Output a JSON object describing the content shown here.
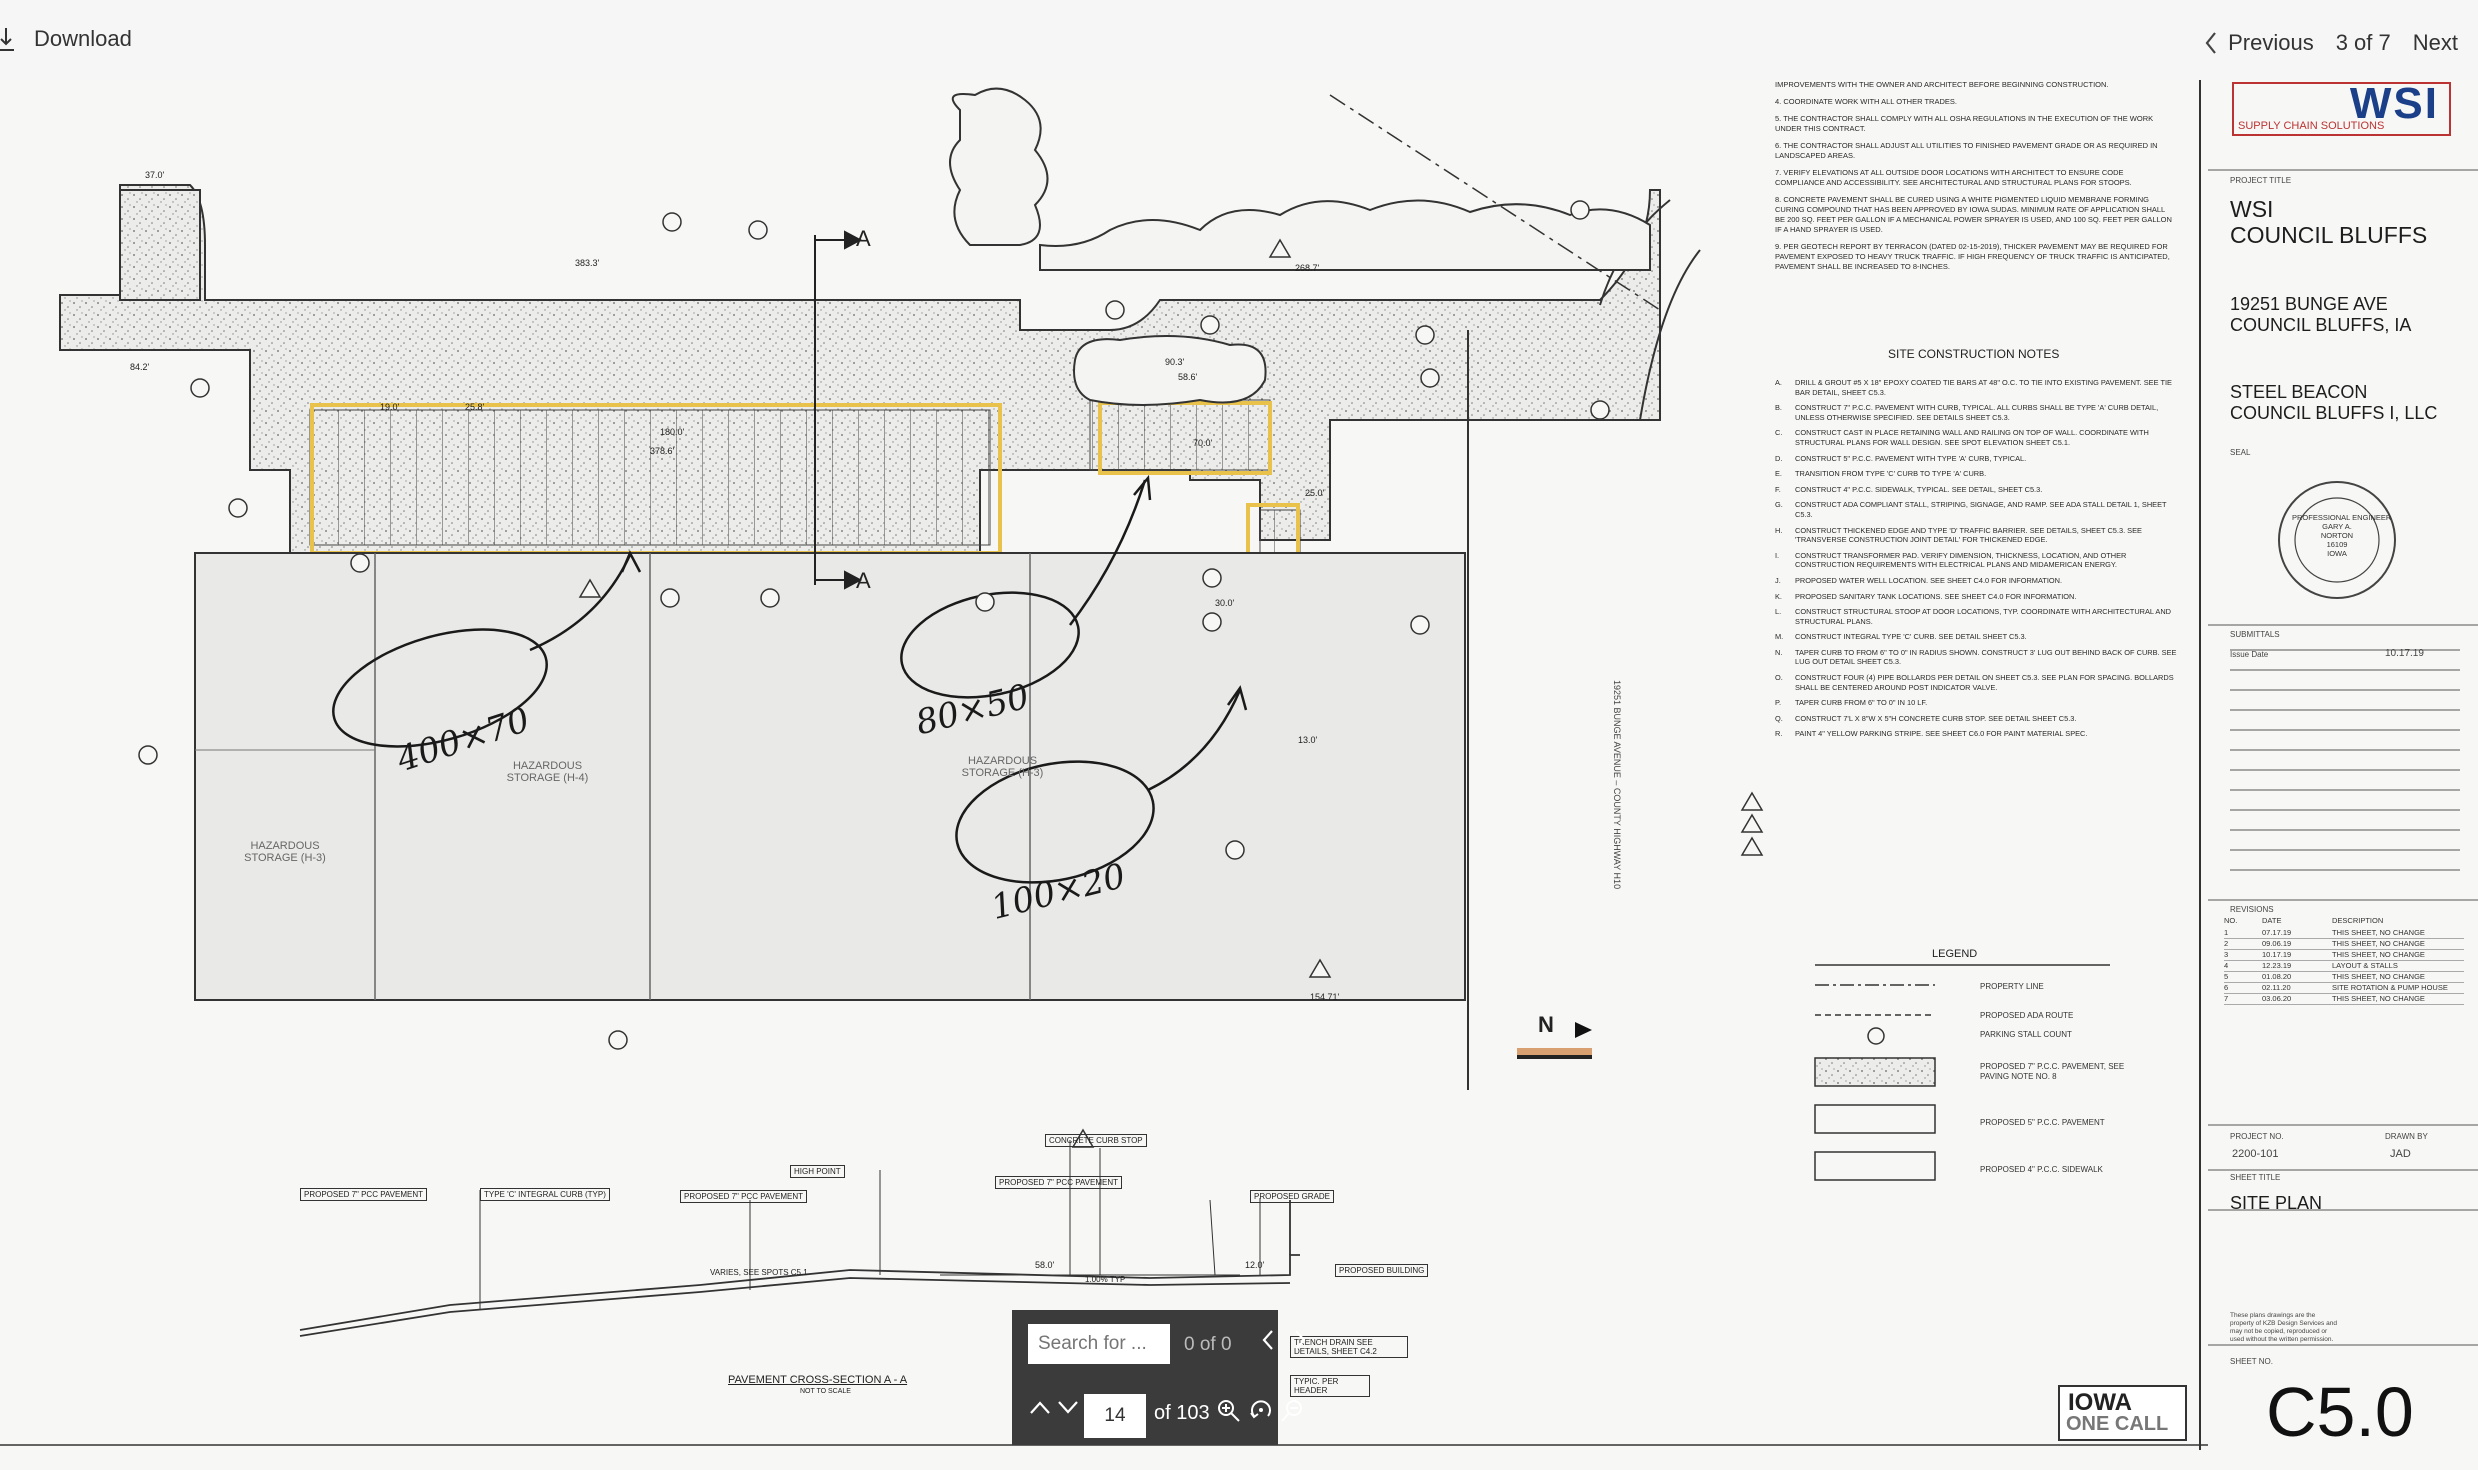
{
  "viewer": {
    "download_label": "Download",
    "previous_label": "Previous",
    "page_indicator": "3 of 7",
    "next_label": "Next"
  },
  "find_bar": {
    "search_placeholder": "Search for ...",
    "match_count": "0 of 0",
    "page_number": "14",
    "page_total": "of 103"
  },
  "annotations": {
    "a1": "400×70",
    "a2": "80×50",
    "a3": "100×20"
  },
  "drawing_labels": {
    "section_a": "A",
    "haz1": "HAZARDOUS STORAGE (H-3)",
    "haz2": "HAZARDOUS STORAGE (H-4)",
    "haz3": "HAZARDOUS STORAGE (H-3)",
    "road": "19251 BUNGE AVENUE – COUNTY HIGHWAY H10",
    "north": "N",
    "dim_37": "37.0'",
    "dim_383": "383.3'",
    "dim_180": "180.0'",
    "dim_378": "378.6'",
    "dim_268": "268.7'",
    "dim_1547": "154.71'",
    "dim_903": "90.3'",
    "dim_586": "58.6'",
    "dim_700": "70.0'",
    "dim_250": "25.0'",
    "dim_300": "30.0'",
    "dim_130": "13.0'",
    "dim_842": "84.2'",
    "dim_190": "19.0'",
    "dim_258": "25.8'"
  },
  "cross_section": {
    "title": "PAVEMENT CROSS-SECTION A - A",
    "subtitle": "NOT TO SCALE",
    "labels": [
      "PROPOSED 7\" PCC PAVEMENT",
      "TYPE 'C' INTEGRAL CURB (TYP)",
      "PROPOSED 7\" PCC PAVEMENT",
      "HIGH POINT",
      "CONCRETE CURB STOP",
      "PROPOSED 7\" PCC PAVEMENT",
      "PROPOSED GRADE",
      "PROPOSED BUILDING",
      "VARIES, SEE SPOTS C5.1",
      "58.0'",
      "1.00% TYP",
      "12.0'",
      "TRENCH DRAIN SEE DETAILS, SHEET C4.2",
      "TYPIC. PER HEADER"
    ]
  },
  "general_notes": [
    "IMPROVEMENTS WITH THE OWNER AND ARCHITECT BEFORE BEGINNING CONSTRUCTION.",
    "4. COORDINATE WORK WITH ALL OTHER TRADES.",
    "5. THE CONTRACTOR SHALL COMPLY WITH ALL OSHA REGULATIONS IN THE EXECUTION OF THE WORK UNDER THIS CONTRACT.",
    "6. THE CONTRACTOR SHALL ADJUST ALL UTILITIES TO FINISHED PAVEMENT GRADE OR AS REQUIRED IN LANDSCAPED AREAS.",
    "7. VERIFY ELEVATIONS AT ALL OUTSIDE DOOR LOCATIONS WITH ARCHITECT TO ENSURE CODE COMPLIANCE AND ACCESSIBILITY. SEE ARCHITECTURAL AND STRUCTURAL PLANS FOR STOOPS.",
    "8. CONCRETE PAVEMENT SHALL BE CURED USING A WHITE PIGMENTED LIQUID MEMBRANE FORMING CURING COMPOUND THAT HAS BEEN APPROVED BY IOWA SUDAS. MINIMUM RATE OF APPLICATION SHALL BE 200 SQ. FEET PER GALLON IF A MECHANICAL POWER SPRAYER IS USED, AND 100 SQ. FEET PER GALLON IF A HAND SPRAYER IS USED.",
    "9. PER GEOTECH REPORT BY TERRACON (DATED 02-15-2019), THICKER PAVEMENT MAY BE REQUIRED FOR PAVEMENT EXPOSED TO HEAVY TRUCK TRAFFIC. IF HIGH FREQUENCY OF TRUCK TRAFFIC IS ANTICIPATED, PAVEMENT SHALL BE INCREASED TO 8-INCHES."
  ],
  "site_notes_title": "SITE CONSTRUCTION NOTES",
  "site_notes": [
    {
      "k": "A.",
      "t": "DRILL & GROUT #5 X 18\" EPOXY COATED TIE BARS AT 48\" O.C. TO TIE INTO EXISTING PAVEMENT. SEE TIE BAR DETAIL, SHEET C5.3."
    },
    {
      "k": "B.",
      "t": "CONSTRUCT 7\" P.C.C. PAVEMENT WITH CURB, TYPICAL. ALL CURBS SHALL BE TYPE 'A' CURB DETAIL, UNLESS OTHERWISE SPECIFIED. SEE DETAILS SHEET C5.3."
    },
    {
      "k": "C.",
      "t": "CONSTRUCT CAST IN PLACE RETAINING WALL AND RAILING ON TOP OF WALL. COORDINATE WITH STRUCTURAL PLANS FOR WALL DESIGN. SEE SPOT ELEVATION SHEET C5.1."
    },
    {
      "k": "D.",
      "t": "CONSTRUCT 5\" P.C.C. PAVEMENT WITH TYPE 'A' CURB, TYPICAL."
    },
    {
      "k": "E.",
      "t": "TRANSITION FROM TYPE 'C' CURB TO TYPE 'A' CURB."
    },
    {
      "k": "F.",
      "t": "CONSTRUCT 4\" P.C.C. SIDEWALK, TYPICAL. SEE DETAIL, SHEET C5.3."
    },
    {
      "k": "G.",
      "t": "CONSTRUCT ADA COMPLIANT STALL, STRIPING, SIGNAGE, AND RAMP. SEE ADA STALL DETAIL 1, SHEET C5.3."
    },
    {
      "k": "H.",
      "t": "CONSTRUCT THICKENED EDGE AND TYPE 'D' TRAFFIC BARRIER. SEE DETAILS, SHEET C5.3. SEE 'TRANSVERSE CONSTRUCTION JOINT DETAIL' FOR THICKENED EDGE."
    },
    {
      "k": "I.",
      "t": "CONSTRUCT TRANSFORMER PAD. VERIFY DIMENSION, THICKNESS, LOCATION, AND OTHER CONSTRUCTION REQUIREMENTS WITH ELECTRICAL PLANS AND MIDAMERICAN ENERGY."
    },
    {
      "k": "J.",
      "t": "PROPOSED WATER WELL LOCATION. SEE SHEET C4.0 FOR INFORMATION."
    },
    {
      "k": "K.",
      "t": "PROPOSED SANITARY TANK LOCATIONS. SEE SHEET C4.0 FOR INFORMATION."
    },
    {
      "k": "L.",
      "t": "CONSTRUCT STRUCTURAL STOOP AT DOOR LOCATIONS, TYP. COORDINATE WITH ARCHITECTURAL AND STRUCTURAL PLANS."
    },
    {
      "k": "M.",
      "t": "CONSTRUCT INTEGRAL TYPE 'C' CURB. SEE DETAIL SHEET C5.3."
    },
    {
      "k": "N.",
      "t": "TAPER CURB TO FROM 6\" TO 0\" IN RADIUS SHOWN. CONSTRUCT 3' LUG OUT BEHIND BACK OF CURB. SEE LUG OUT DETAIL SHEET C5.3."
    },
    {
      "k": "O.",
      "t": "CONSTRUCT FOUR (4) PIPE BOLLARDS PER DETAIL ON SHEET C5.3. SEE PLAN FOR SPACING. BOLLARDS SHALL BE CENTERED AROUND POST INDICATOR VALVE."
    },
    {
      "k": "P.",
      "t": "TAPER CURB FROM 6\" TO 0\" IN 10 LF."
    },
    {
      "k": "Q.",
      "t": "CONSTRUCT 7'L x 8\"W x 5\"H CONCRETE CURB STOP. SEE DETAIL SHEET C5.3."
    },
    {
      "k": "R.",
      "t": "PAINT 4\" YELLOW PARKING STRIPE. SEE SHEET C6.0 FOR PAINT MATERIAL SPEC."
    }
  ],
  "legend": {
    "title": "LEGEND",
    "items": [
      "PROPERTY LINE",
      "PROPOSED ADA ROUTE",
      "PARKING STALL COUNT",
      "PROPOSED 7\" P.C.C. PAVEMENT, SEE PAVING NOTE NO. 8",
      "PROPOSED 5\" P.C.C. PAVEMENT",
      "PROPOSED 4\" P.C.C. SIDEWALK"
    ]
  },
  "title_block": {
    "logo_text": "SUPPLY CHAIN SOLUTIONS",
    "project_title_label": "PROJECT TITLE",
    "project_title": "WSI\nCOUNCIL BLUFFS",
    "address": "19251 BUNGE AVE\nCOUNCIL BLUFFS, IA",
    "client": "STEEL BEACON\nCOUNCIL BLUFFS I, LLC",
    "seal_label": "SEAL",
    "seal_text": "PROFESSIONAL ENGINEER\nGARY A.\nNORTON\n16109\nIOWA",
    "submittals_label": "SUBMITTALS",
    "issue_label": "Issue Date",
    "issue_date": "10.17.19",
    "revisions_label": "REVISIONS",
    "rev_head": [
      "NO.",
      "DATE",
      "DESCRIPTION"
    ],
    "revisions": [
      [
        "1",
        "07.17.19",
        "THIS SHEET, NO CHANGE"
      ],
      [
        "2",
        "09.06.19",
        "THIS SHEET, NO CHANGE"
      ],
      [
        "3",
        "10.17.19",
        "THIS SHEET, NO CHANGE"
      ],
      [
        "4",
        "12.23.19",
        "LAYOUT & STALLS"
      ],
      [
        "5",
        "01.08.20",
        "THIS SHEET, NO CHANGE"
      ],
      [
        "6",
        "02.11.20",
        "SITE ROTATION & PUMP HOUSE"
      ],
      [
        "7",
        "03.06.20",
        "THIS SHEET, NO CHANGE"
      ]
    ],
    "project_no_label": "PROJECT NO.",
    "project_no": "2200-101",
    "drawn_by_label": "DRAWN BY",
    "drawn_by": "JAD",
    "sheet_title_label": "SHEET TITLE",
    "sheet_title": "SITE PLAN",
    "disclaimer": "These plans drawings are the property of KZB Design Services and may not be copied, reproduced or used without the written permission.",
    "sheet_no_label": "SHEET NO.",
    "sheet_no": "C5.0",
    "iowa_one_call_1": "IOWA",
    "iowa_one_call_2": "ONE CALL"
  },
  "colors": {
    "highlight": "#e8c24a",
    "line": "#2b2b2b",
    "toolbar": "#3b3b3b"
  }
}
